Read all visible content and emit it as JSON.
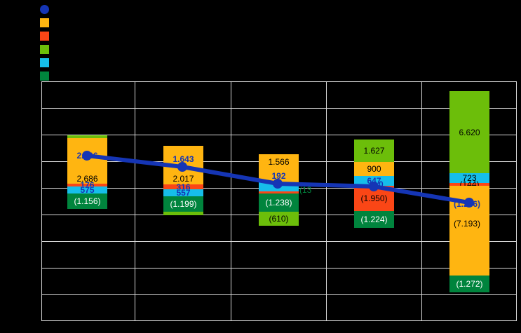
{
  "colors": {
    "line": "#1535b5",
    "orange": "#FFB511",
    "red": "#FA4616",
    "lightgreen": "#6CBE0A",
    "cyan": "#16BEEA",
    "darkgreen": "#00843D",
    "grid": "#d8d8d8",
    "background": "#000000"
  },
  "legend": {
    "items": [
      {
        "marker": "circle",
        "color": "#1535b5",
        "label": ""
      },
      {
        "marker": "square",
        "color": "#FFB511",
        "label": ""
      },
      {
        "marker": "square",
        "color": "#FA4616",
        "label": ""
      },
      {
        "marker": "square",
        "color": "#6CBE0A",
        "label": ""
      },
      {
        "marker": "square",
        "color": "#16BEEA",
        "label": ""
      },
      {
        "marker": "square",
        "color": "#00843D",
        "label": ""
      }
    ]
  },
  "chart_data": {
    "type": "bar",
    "title": "",
    "xlabel": "",
    "ylabel": "",
    "grid": true,
    "legend_position": "top-left",
    "categories": [
      "",
      "",
      "",
      "",
      ""
    ],
    "series": [
      {
        "name": "orange",
        "color": "#FFB511",
        "labels": [
          "2.366",
          "1.643",
          "1.566",
          "900",
          "(7.193)"
        ]
      },
      {
        "name": "orange-2",
        "color": "#FFB511",
        "labels": [
          "2.686",
          "2.017",
          "",
          "",
          ""
        ]
      },
      {
        "name": "red",
        "color": "#FA4616",
        "labels": [
          "176",
          "316",
          "",
          "(1.950)",
          "(144)"
        ]
      },
      {
        "name": "cyan",
        "color": "#16BEEA",
        "labels": [
          "575",
          "557",
          "",
          "647",
          "723"
        ]
      },
      {
        "name": "lightgreen",
        "color": "#6CBE0A",
        "labels": [
          "",
          "",
          "(610)",
          "1.627",
          "6.620"
        ]
      },
      {
        "name": "darkgreen",
        "color": "#00843D",
        "labels": [
          "(1.156)",
          "(1.199)",
          "(1.238)",
          "(1.224)",
          "(1.272)"
        ]
      }
    ],
    "line_series": {
      "name": "line",
      "color": "#1535b5",
      "labels": [
        "",
        "192",
        "",
        "0",
        "(1.266)"
      ],
      "points": [
        {
          "x": 124,
          "y": 222
        },
        {
          "x": 260,
          "y": 238
        },
        {
          "x": 396,
          "y": 262
        },
        {
          "x": 533,
          "y": 266
        },
        {
          "x": 669,
          "y": 289
        }
      ]
    },
    "obscured_labels": [
      {
        "text": "1.2",
        "x": 346,
        "y": 258
      },
      {
        "text": "(13",
        "x": 443,
        "y": 270
      },
      {
        "text": "(610)",
        "x": 377,
        "y": 291
      }
    ]
  }
}
